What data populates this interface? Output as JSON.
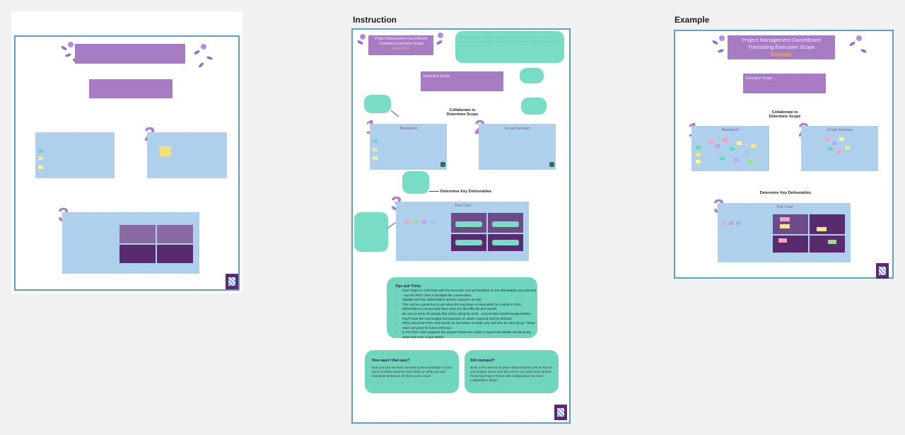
{
  "labels": {
    "instruction": "Instruction",
    "example": "Example"
  },
  "colors": {
    "frame_border": "#5aa3c0",
    "banner_purple": "#a87cc4",
    "light_blue": "#aed0ec",
    "teal": "#6fd6bd",
    "dark_purple": "#5a2a6e",
    "accent_number": "#b07cc5",
    "example_text": "#f0b84a"
  },
  "instruction": {
    "title_line1": "Project Management GameBoard",
    "title_line2": "Translating Executive Scope",
    "title_line3": "Instructions",
    "exec_scope_label": "Executive Scope",
    "collab_heading": "Collaborate to Determine Scope",
    "brainstorm_label": "Brainstorm",
    "group_summary_label": "Group Summary",
    "determine_heading": "Determine Key Deliverables",
    "pick_chart_label": "Pick Chart",
    "tips_title": "Tips and Tricks",
    "tips": [
      "Don't forget to circle back with the executive and get feedback on the deliverables you selected - use the PICK chart to facilitate the conversation.",
      "Validate with key stakeholders and the customer as well.",
      "This can be a great tool to use when the executive is responsible for content or other deliverables to ensure they have input into the difficulty and benefit.",
      "Be sure to invite the people that will be doing the work - not just their leads/managers/sales - they'll have the most insight and expertise on what's required and the difficulty.",
      "When doing the PICK chart break out into teams on what, why and who for each group. These notes are great for future reference.",
      "In the PICK chart (upgrade the grouped ideas into Cards to input more details including key steps and more scope details."
    ],
    "easy_title": "How wasn't that easy?",
    "easy_text": "Now you can see how harnessing the knowledge of your team provides expertise and clarity on what can and should be delivered. All that in just 1 hour!",
    "stumped_title": "Still stumped?",
    "stumped_text": "Book a free session at www.collaborationai.com to discuss your project issues and also check out Lead Next Launch, Powering Project Teams with Collaboration for more collaboration ideas!",
    "step_numbers": [
      "1",
      "2",
      "3"
    ]
  },
  "example": {
    "title_line1": "Project Management GameBoard",
    "title_line2": "Translating Executive Scope",
    "title_line3": "Example",
    "exec_scope_label": "Executive Scope",
    "collab_heading": "Collaborate to Determine Scope",
    "brainstorm_label": "Brainstorm",
    "group_summary_label": "Group Summary",
    "determine_heading": "Determine Key Deliverables",
    "pick_chart_label": "Pick Chart",
    "step_numbers": [
      "1",
      "2",
      "3"
    ]
  },
  "template": {
    "step_numbers": [
      "2",
      "3"
    ]
  }
}
